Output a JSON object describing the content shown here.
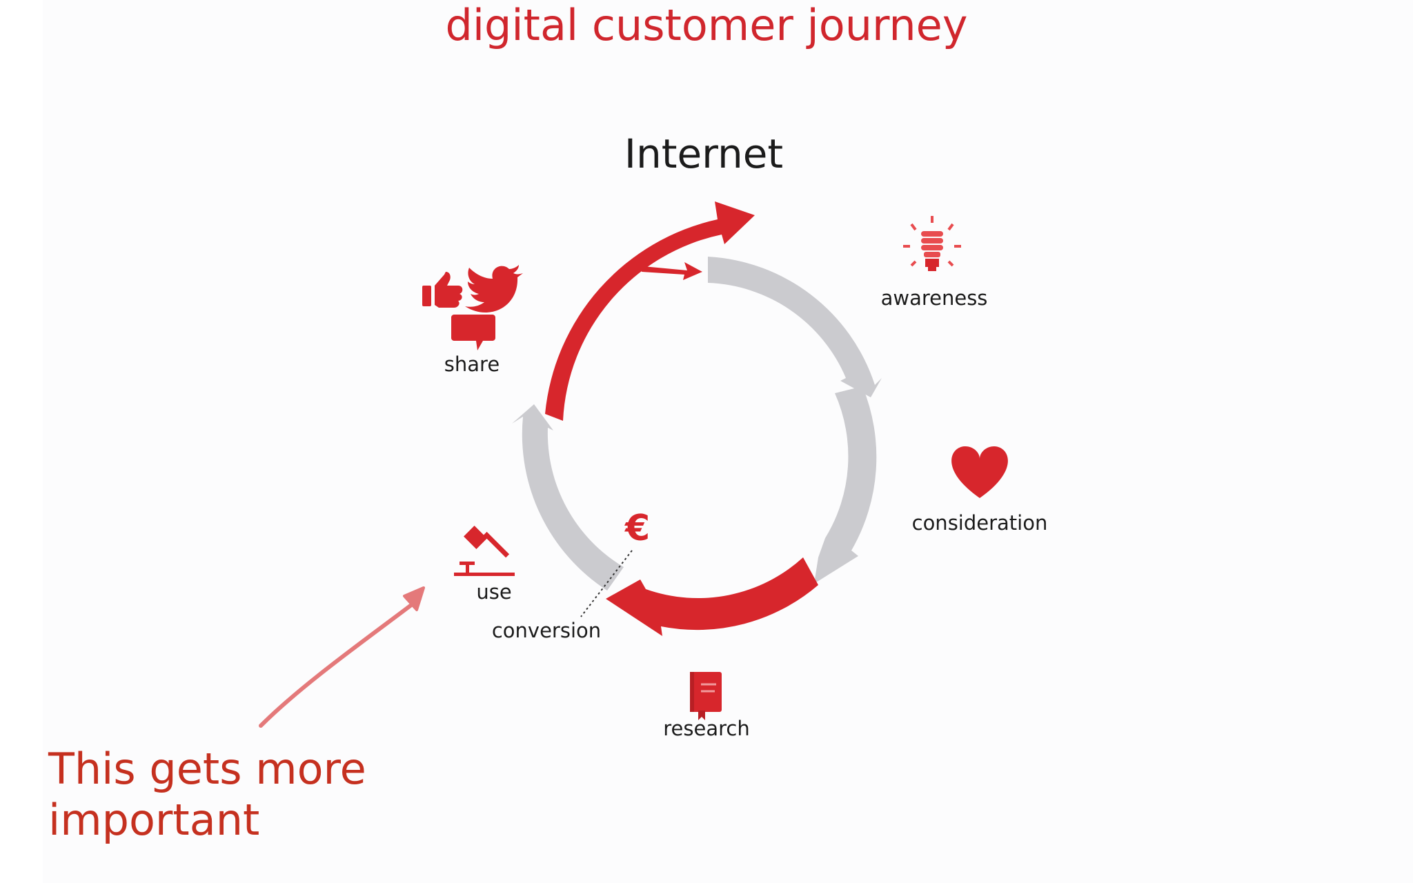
{
  "title": "digital customer journey",
  "center_label": "Internet",
  "steps": {
    "awareness": "awareness",
    "consideration": "consideration",
    "research": "research",
    "conversion": "conversion",
    "use": "use",
    "share": "share"
  },
  "conversion_symbol": "€",
  "annotation": "This gets more important",
  "colors": {
    "accent_red": "#d7262c",
    "ring_grey": "#cbcbcf",
    "annotation_red": "#c5301f",
    "text": "#1b1b1b"
  },
  "icons": {
    "awareness": "lightbulb-icon",
    "consideration": "heart-icon",
    "research": "book-icon",
    "conversion": "euro-icon",
    "use": "hammer-icon",
    "share": [
      "thumbs-up-icon",
      "twitter-bird-icon",
      "speech-bubble-icon"
    ]
  }
}
